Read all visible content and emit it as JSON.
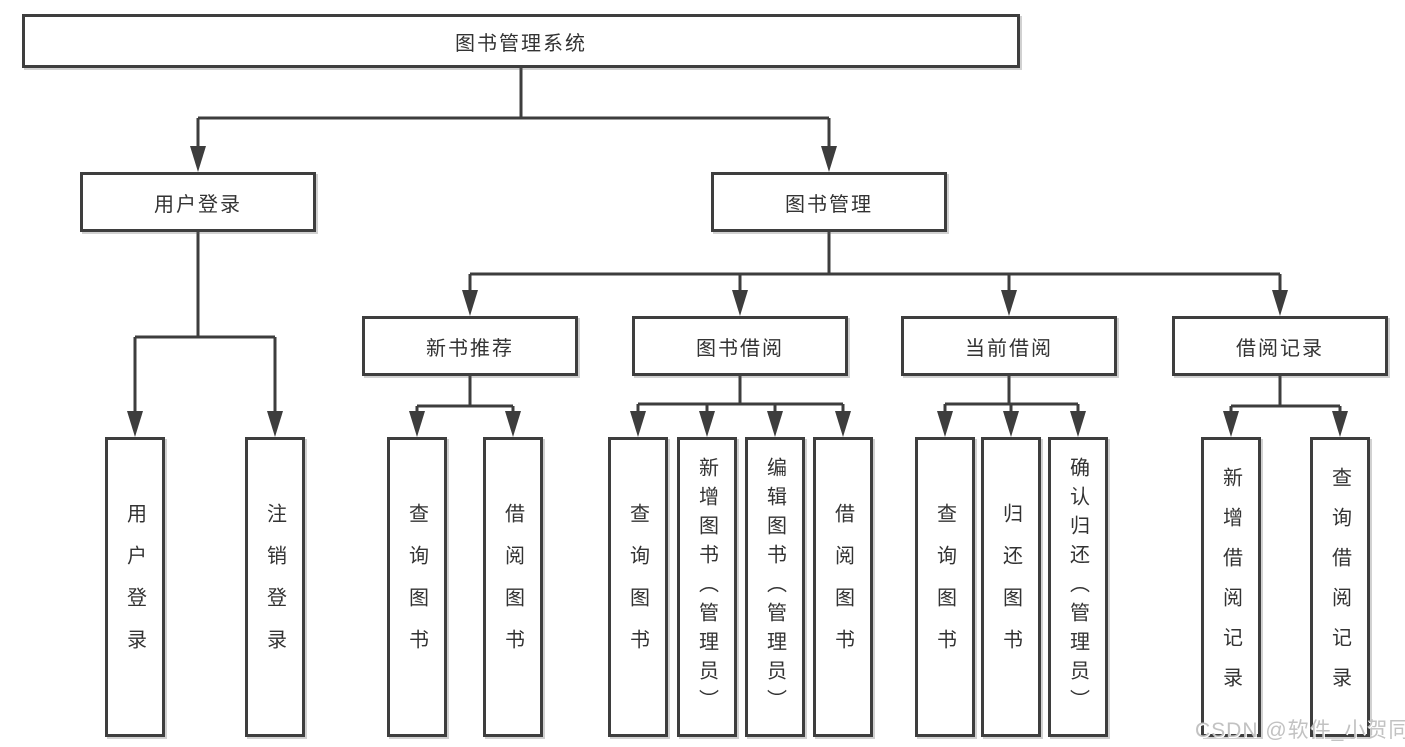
{
  "diagram": {
    "root": {
      "label": "图书管理系统"
    },
    "level2": [
      {
        "label": "用户登录"
      },
      {
        "label": "图书管理"
      }
    ],
    "level3": [
      {
        "label": "新书推荐",
        "parent": "图书管理"
      },
      {
        "label": "图书借阅",
        "parent": "图书管理"
      },
      {
        "label": "当前借阅",
        "parent": "图书管理"
      },
      {
        "label": "借阅记录",
        "parent": "图书管理"
      }
    ],
    "leaves": [
      {
        "label": "用户登录",
        "parent": "用户登录"
      },
      {
        "label": "注销登录",
        "parent": "用户登录"
      },
      {
        "label": "查询图书",
        "parent": "新书推荐"
      },
      {
        "label": "借阅图书",
        "parent": "新书推荐"
      },
      {
        "label": "查询图书",
        "parent": "图书借阅"
      },
      {
        "label": "新增图书（管理员）",
        "parent": "图书借阅"
      },
      {
        "label": "编辑图书（管理员）",
        "parent": "图书借阅"
      },
      {
        "label": "借阅图书",
        "parent": "图书借阅"
      },
      {
        "label": "查询图书",
        "parent": "当前借阅"
      },
      {
        "label": "归还图书",
        "parent": "当前借阅"
      },
      {
        "label": "确认归还（管理员）",
        "parent": "当前借阅"
      },
      {
        "label": "新增借阅记录",
        "parent": "借阅记录"
      },
      {
        "label": "查询借阅记录",
        "parent": "借阅记录"
      }
    ]
  },
  "watermark": {
    "text": "CSDN @软件_小贺同学"
  },
  "colors": {
    "background": "#ffffff",
    "box_border": "#3e3e3e",
    "line": "#3d3d3d",
    "text": "#333333",
    "watermark": "#c2c2c2"
  }
}
